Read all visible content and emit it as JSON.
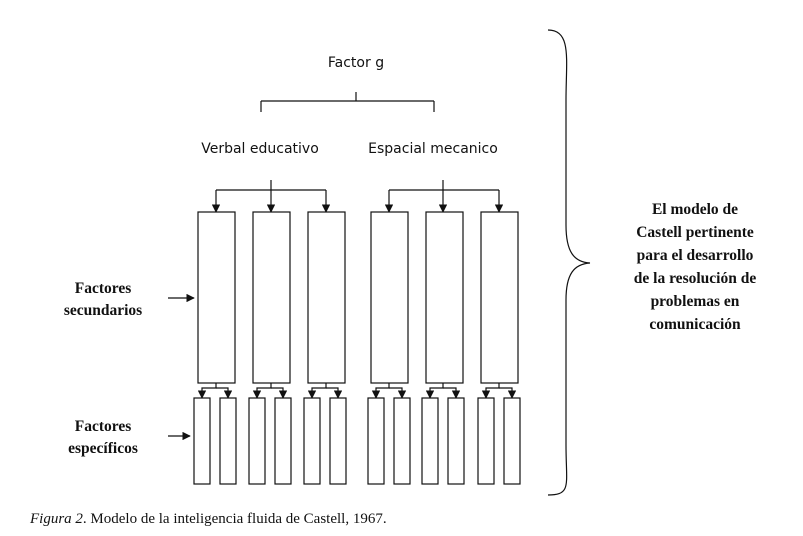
{
  "diagram": {
    "root_label": "Factor g",
    "group_labels": [
      "Verbal educativo",
      "Espacial mecanico"
    ],
    "side_labels": {
      "secondary": [
        "Factores",
        "secundarios"
      ],
      "specific": [
        "Factores",
        "específicos"
      ]
    },
    "bracket_text": [
      "El modelo de",
      "Castell pertinente",
      "para el desarrollo",
      "de la resolución de",
      "problemas en",
      "comunicación"
    ]
  },
  "caption": {
    "figure_label": "Figura 2",
    "text": ". Modelo de la inteligencia fluida de Castell, 1967."
  }
}
